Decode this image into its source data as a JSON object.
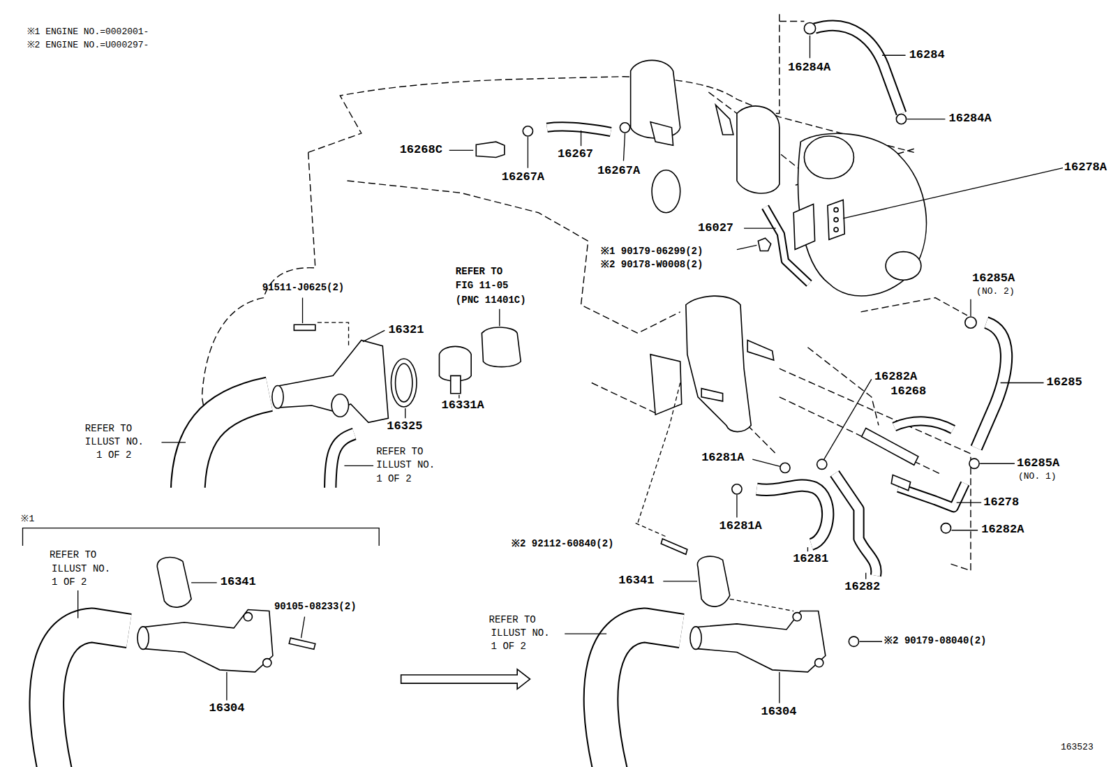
{
  "diagram": {
    "labels": [
      "※1 ENGINE NO.=0002001-",
      "※2 ENGINE NO.=U000297-",
      "16284",
      "16284A",
      "16284A",
      "16268C",
      "16267",
      "16267A",
      "16267A",
      "16278A",
      "16027",
      "※1 90179-06299(2)",
      "※2 90178-W0008(2)",
      "16285A",
      "(NO. 2)",
      "REFER TO",
      "FIG 11-05",
      "(PNC 11401C)",
      "91511-J0625(2)",
      "16321",
      "16285",
      "16282A",
      "16268",
      "16325",
      "16331A",
      "REFER TO",
      "ILLUST NO.",
      "1 OF 2",
      "REFER TO",
      "ILLUST NO.",
      "1 OF 2",
      "16281A",
      "16285A",
      "(NO. 1)",
      "16278",
      "16281A",
      "16282A",
      "※2 92112-60840(2)",
      "16281",
      "16282",
      "16341",
      "※1",
      "REFER TO",
      "ILLUST NO.",
      "1 OF 2",
      "16341",
      "90105-08233(2)",
      "16304",
      "REFER TO",
      "ILLUST NO.",
      "1 OF 2",
      "※2 90179-08040(2)",
      "16304",
      "163523"
    ]
  }
}
